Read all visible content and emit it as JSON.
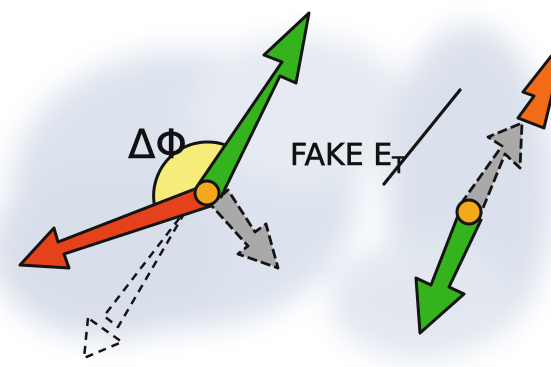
{
  "labels": {
    "delta_phi": "ΔΦ",
    "fake_prefix": "FAKE ",
    "fake_symbol": "E",
    "fake_subscript": "T"
  },
  "colors": {
    "background": "#ffffff",
    "smudge": "#dde3ee",
    "green_arrow": "#34b31d",
    "red_arrow": "#e5411a",
    "orange_arrow": "#f26b16",
    "grey_arrow": "#a9a9a9",
    "dot_fill": "#f3a81b",
    "angle_wedge": "#f6ec7a",
    "outline": "#141414"
  },
  "arrows": [
    {
      "name": "left-green-arrow",
      "color": "green_arrow",
      "style": "solid"
    },
    {
      "name": "left-red-arrow",
      "color": "red_arrow",
      "style": "solid"
    },
    {
      "name": "left-grey-arrow",
      "color": "grey_arrow",
      "style": "solid"
    },
    {
      "name": "left-dashed-arrow",
      "color": "background",
      "style": "dashed"
    },
    {
      "name": "right-orange-arrow",
      "color": "orange_arrow",
      "style": "solid"
    },
    {
      "name": "right-grey-arrow",
      "color": "grey_arrow",
      "style": "solid"
    },
    {
      "name": "right-green-arrow",
      "color": "green_arrow",
      "style": "solid"
    }
  ]
}
